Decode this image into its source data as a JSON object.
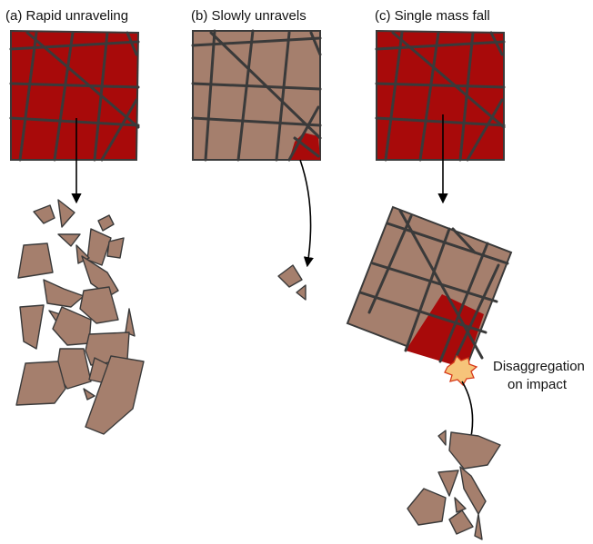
{
  "panels": {
    "a": {
      "title": "(a) Rapid unraveling"
    },
    "b": {
      "title": "(b) Slowly unravels"
    },
    "c": {
      "title": "(c) Single mass fall"
    }
  },
  "annotation": {
    "line1": "Disaggregation",
    "line2": "on impact"
  },
  "colors": {
    "intact_rock": "#a80a0a",
    "detached_rock": "#a57f6d",
    "crack": "#3a3a3a",
    "impact_burst": "#f6c47a"
  }
}
